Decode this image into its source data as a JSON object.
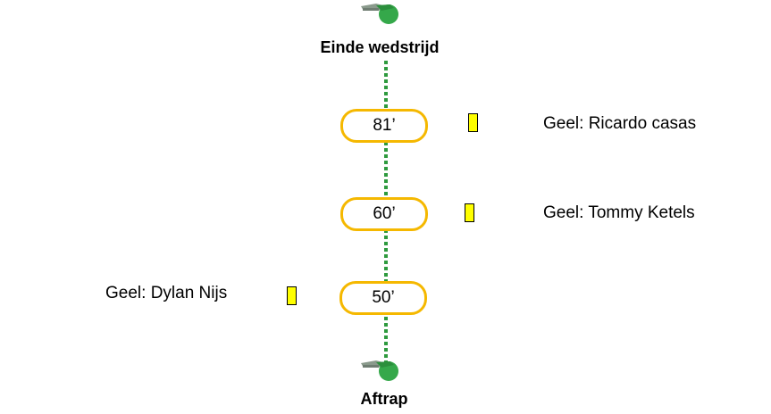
{
  "timeline": {
    "end_label": "Einde wedstrijd",
    "start_label": "Aftrap",
    "line_color": "#2e9a3e",
    "pill_color": "#f5b800",
    "card_color": "#ffff00"
  },
  "events": [
    {
      "minute": "81’",
      "text": "Geel: Ricardo casas",
      "side": "right",
      "card": "yellow"
    },
    {
      "minute": "60’",
      "text": "Geel: Tommy Ketels",
      "side": "right",
      "card": "yellow"
    },
    {
      "minute": "50’",
      "text": "Geel: Dylan Nijs",
      "side": "left",
      "card": "yellow"
    }
  ],
  "icons": {
    "top": "whistle-icon",
    "bottom": "whistle-icon"
  }
}
